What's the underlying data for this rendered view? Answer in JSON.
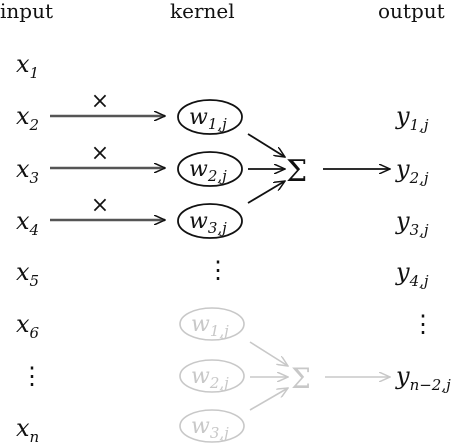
{
  "headers": {
    "input": "input",
    "kernel": "kernel",
    "output": "output"
  },
  "inputs": [
    {
      "base": "x",
      "sub": "1"
    },
    {
      "base": "x",
      "sub": "2"
    },
    {
      "base": "x",
      "sub": "3"
    },
    {
      "base": "x",
      "sub": "4"
    },
    {
      "base": "x",
      "sub": "5"
    },
    {
      "base": "x",
      "sub": "6"
    },
    {
      "base": "⋮",
      "sub": ""
    },
    {
      "base": "x",
      "sub": "n"
    }
  ],
  "multiply_symbol": "×",
  "kernel_top": [
    {
      "base": "w",
      "sub": "1,j"
    },
    {
      "base": "w",
      "sub": "2,j"
    },
    {
      "base": "w",
      "sub": "3,j"
    }
  ],
  "kernel_bottom": [
    {
      "base": "w",
      "sub": "1,j"
    },
    {
      "base": "w",
      "sub": "2,j"
    },
    {
      "base": "w",
      "sub": "3,j"
    }
  ],
  "kernel_ellipsis": "⋮",
  "sum_symbol": "Σ",
  "outputs": [
    {
      "base": "y",
      "sub": "1,j"
    },
    {
      "base": "y",
      "sub": "2,j"
    },
    {
      "base": "y",
      "sub": "3,j"
    },
    {
      "base": "y",
      "sub": "4,j"
    },
    {
      "base": "⋮",
      "sub": ""
    },
    {
      "base": "y",
      "sub": "n−2,j"
    }
  ],
  "colors": {
    "ink": "#111111",
    "arrow_gray": "#555555",
    "faded": "#c8c8c8"
  }
}
